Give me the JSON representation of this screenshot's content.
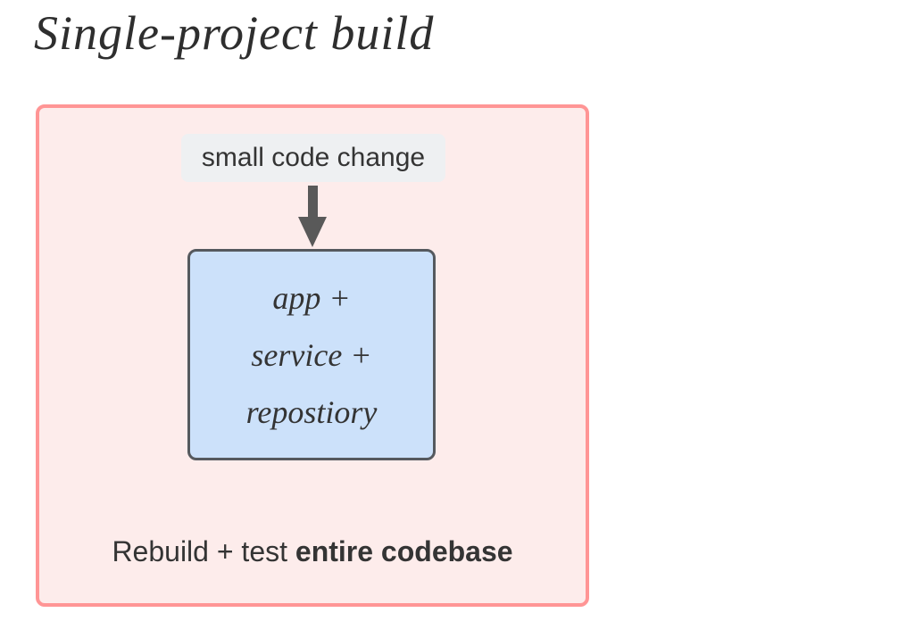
{
  "title": "Single-project build",
  "diagram": {
    "input_label": "small code change",
    "build_unit": {
      "lines": [
        "app +",
        "service +",
        "repostiory"
      ]
    },
    "caption": {
      "regular": "Rebuild + test ",
      "bold": "entire codebase"
    },
    "colors": {
      "title_text": "#2e2e2e",
      "text": "#343434",
      "outer_fill": "#fdeceb",
      "outer_border": "#ff9595",
      "label_fill": "#eef0f2",
      "unit_fill": "#cce1fa",
      "unit_border": "#55595e",
      "arrow": "#595959"
    }
  }
}
